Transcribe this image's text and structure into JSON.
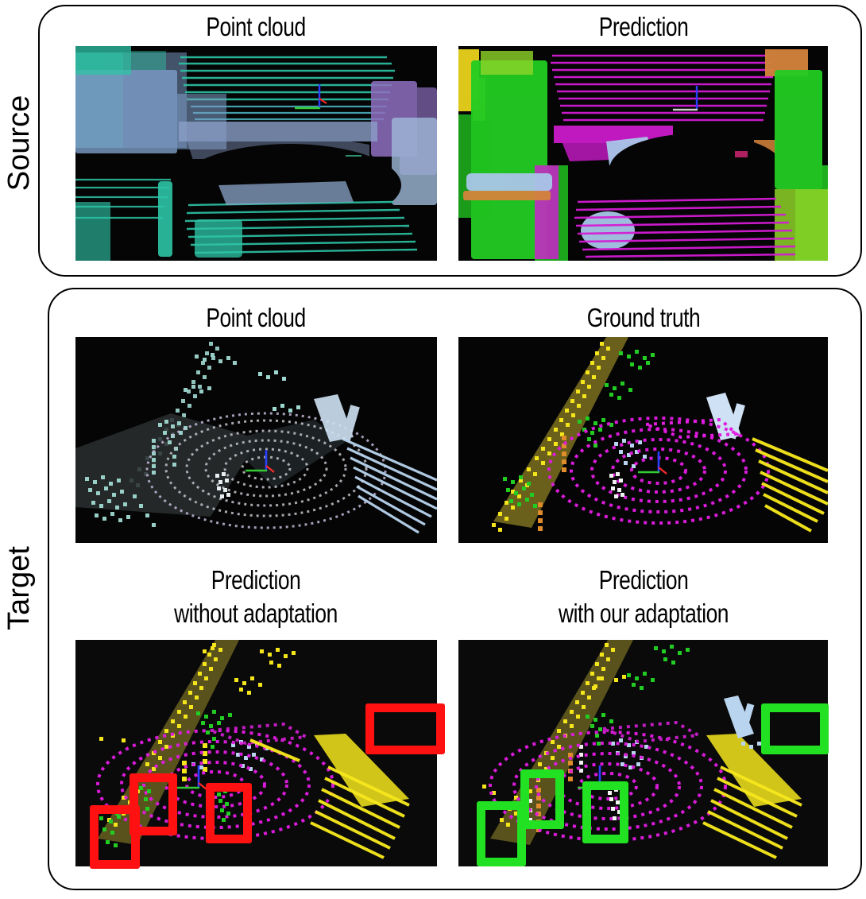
{
  "figure": {
    "title": "LiDAR semantic segmentation domain adaptation qualitative comparison",
    "background_color": "#ffffff",
    "panel_border_color": "#000000"
  },
  "rows": [
    {
      "key": "source",
      "label": "Source"
    },
    {
      "key": "target",
      "label": "Target"
    }
  ],
  "source_panel": {
    "captions": [
      {
        "id": "source-point-cloud",
        "text": "Point cloud"
      },
      {
        "id": "source-prediction",
        "text": "Prediction"
      }
    ]
  },
  "target_panel": {
    "captions_row1": [
      {
        "id": "target-point-cloud",
        "text": "Point cloud"
      },
      {
        "id": "target-ground-truth",
        "text": "Ground truth"
      }
    ],
    "captions_row2": [
      {
        "id": "target-prediction-without",
        "line1": "Prediction",
        "line2": "without adaptation"
      },
      {
        "id": "target-prediction-with",
        "line1": "Prediction",
        "line2": "with our adaptation"
      }
    ]
  },
  "highlight_boxes": {
    "error_color": "#ff1111",
    "correct_color": "#22e022",
    "error_label": "red-error-box",
    "correct_label": "green-correct-box",
    "error_count": 4,
    "correct_count": 4
  },
  "palette": {
    "source_pointcloud_cyan": "#2ec4a6",
    "source_pointcloud_blue": "#7d9ec9",
    "source_pointcloud_violet": "#8f6fc0",
    "pred_magenta": "#d41cd4",
    "pred_green": "#22cc22",
    "pred_orange": "#d4843c",
    "pred_yellow": "#e8d21c",
    "pred_lightblue": "#a9c6e8",
    "target_road_magenta": "#e01ce0",
    "target_sidewalk_yellow": "#f5e61c",
    "target_vegetation_green": "#22cc22",
    "target_building_lightblue": "#b9d4ee",
    "target_pole_orange": "#e08c2c",
    "target_person_white": "#f0f0f0",
    "target_raw_cyan": "#9fd8d0",
    "black": "#050505"
  },
  "chart_data": {
    "type": "image-grid",
    "title": "Qualitative results: source domain and target domain LiDAR segmentation",
    "grid": [
      {
        "row": "Source",
        "cells": [
          {
            "caption": "Point cloud",
            "content": "raw LiDAR intensity-colored point cloud of an urban street"
          },
          {
            "caption": "Prediction",
            "content": "semantic segmentation prediction on source domain"
          }
        ]
      },
      {
        "row": "Target",
        "cells": [
          {
            "caption": "Point cloud",
            "content": "raw LiDAR point cloud of target scene"
          },
          {
            "caption": "Ground truth",
            "content": "ground-truth semantic labels of target scene"
          },
          {
            "caption": "Prediction without adaptation",
            "content": "prediction with 4 red error boxes"
          },
          {
            "caption": "Prediction with our adaptation",
            "content": "prediction with 4 green correct boxes"
          }
        ]
      }
    ]
  }
}
